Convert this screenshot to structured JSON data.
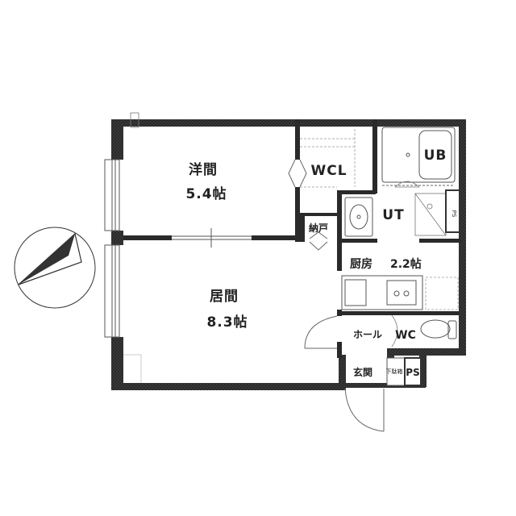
{
  "rooms": {
    "western_room": {
      "name": "洋間",
      "size": "5.4帖"
    },
    "living_room": {
      "name": "居間",
      "size": "8.3帖"
    },
    "walk_in_closet": "WCL",
    "storage": "納戸",
    "unit_bath": "UB",
    "utility": "UT",
    "pipe_space_upper": "PS",
    "kitchen": {
      "name": "厨房",
      "size": "2.2帖"
    },
    "hall": "ホール",
    "toilet": "WC",
    "entrance": "玄関",
    "shoe_box": "下駄箱",
    "pipe_space_lower": "PS"
  },
  "compass": {
    "direction": "north-arrow"
  },
  "colors": {
    "wall": "#2a2a2a",
    "line": "#444444",
    "fixture": "#777777",
    "background": "#ffffff"
  }
}
